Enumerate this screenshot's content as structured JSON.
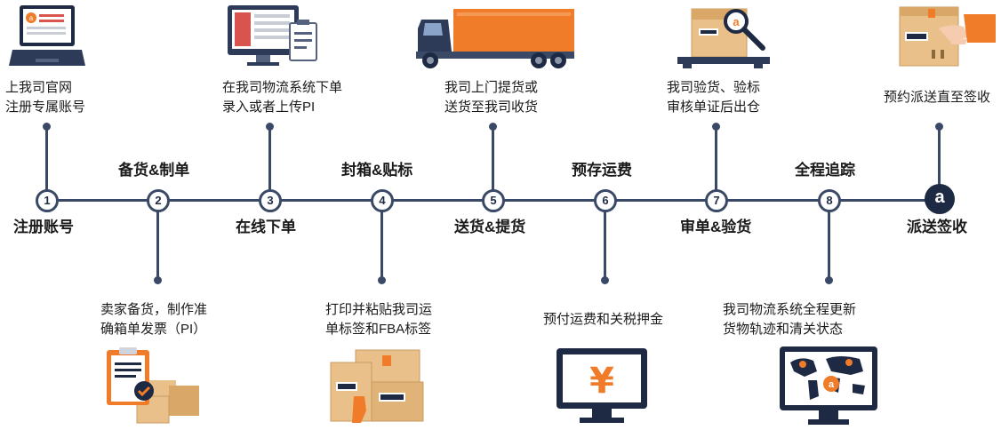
{
  "colors": {
    "line": "#3a4a66",
    "navy": "#1e2a44",
    "orange": "#f07b28",
    "box": "#e9c08a",
    "box_dark": "#c99a5c",
    "screen": "#d9534f"
  },
  "steps": [
    {
      "num": "1",
      "label": "注册账号",
      "desc": [
        "上我司官网",
        "注册专属账号"
      ],
      "icon": "laptop-icon"
    },
    {
      "num": "2",
      "label": "备货&制单",
      "desc": [
        "卖家备货，制作准",
        "确箱单发票（PI）"
      ],
      "icon": "invoice-clipboard-icon"
    },
    {
      "num": "3",
      "label": "在线下单",
      "desc": [
        "在我司物流系统下单",
        "录入或者上传PI"
      ],
      "icon": "monitor-form-icon"
    },
    {
      "num": "4",
      "label": "封箱&贴标",
      "desc": [
        "打印并粘贴我司运",
        "单标签和FBA标签"
      ],
      "icon": "labeled-boxes-icon"
    },
    {
      "num": "5",
      "label": "送货&提货",
      "desc": [
        "我司上门提货或",
        "送货至我司收货"
      ],
      "icon": "truck-icon"
    },
    {
      "num": "6",
      "label": "预存运费",
      "desc": [
        "预付运费和关税押金"
      ],
      "icon": "yen-monitor-icon"
    },
    {
      "num": "7",
      "label": "审单&验货",
      "desc": [
        "我司验货、验标",
        "审核单证后出仓"
      ],
      "icon": "box-magnifier-icon"
    },
    {
      "num": "8",
      "label": "全程追踪",
      "desc": [
        "我司物流系统全程更新",
        "货物轨迹和清关状态"
      ],
      "icon": "world-map-monitor-icon"
    },
    {
      "num": "a",
      "label": "派送签收",
      "desc": [
        "预约派送直至签收"
      ],
      "icon": "box-delivery-hand-icon"
    }
  ]
}
